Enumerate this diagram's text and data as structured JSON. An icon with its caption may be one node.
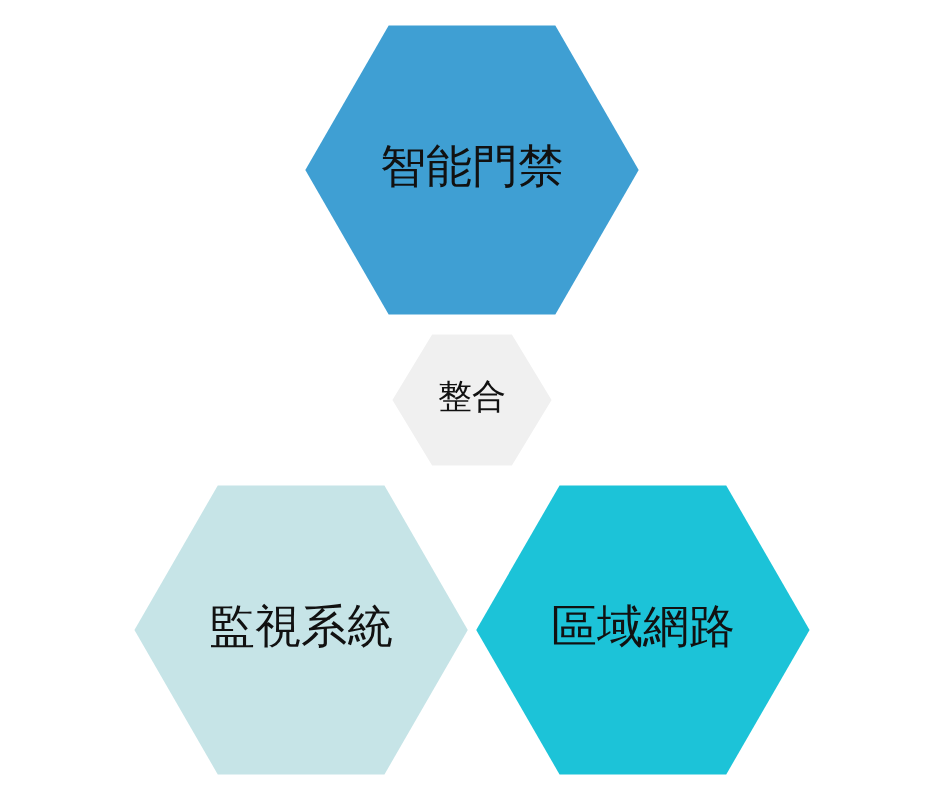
{
  "diagram": {
    "nodes": [
      {
        "text": [
          "智能門禁"
        ]
      },
      {
        "text": [
          "整合"
        ]
      },
      {
        "text": [
          "監視系統"
        ]
      },
      {
        "text": [
          "區域網路"
        ]
      }
    ]
  }
}
